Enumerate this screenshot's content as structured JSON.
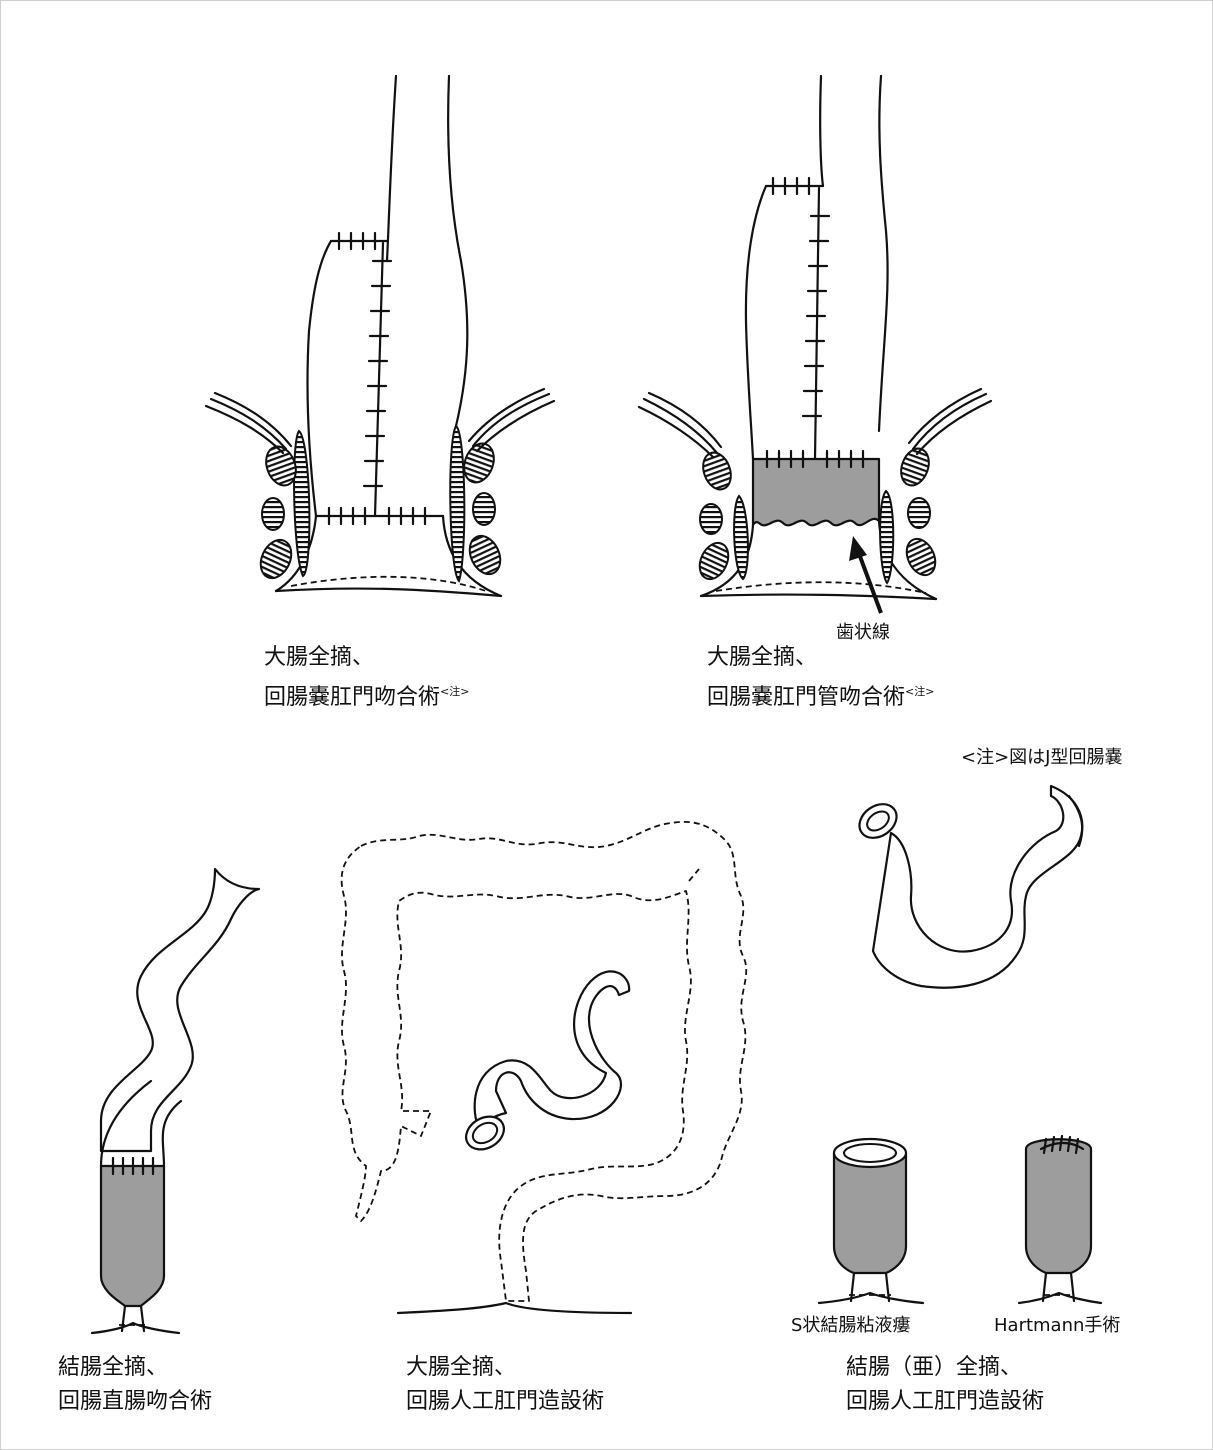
{
  "captions": {
    "ipaa_line1": "大腸全摘、",
    "ipaa_line2": "回腸嚢肛門吻合術",
    "ipaca_line1": "大腸全摘、",
    "ipaca_line2": "回腸嚢肛門管吻合術",
    "ira_line1": "結腸全摘、",
    "ira_line2": "回腸直腸吻合術",
    "ileostomy_line1": "大腸全摘、",
    "ileostomy_line2": "回腸人工肛門造設術",
    "subtotal_line1": "結腸（亜）全摘、",
    "subtotal_line2": "回腸人工肛門造設術"
  },
  "note_sup": "<注>",
  "note_text": "<注>図はJ型回腸嚢",
  "labels": {
    "dentate_line": "歯状線",
    "mucous_fistula": "S状結腸粘液瘻",
    "hartmann": "Hartmann手術"
  },
  "colors": {
    "resected_remnant": "#9d9d9d",
    "line": "#111111"
  }
}
